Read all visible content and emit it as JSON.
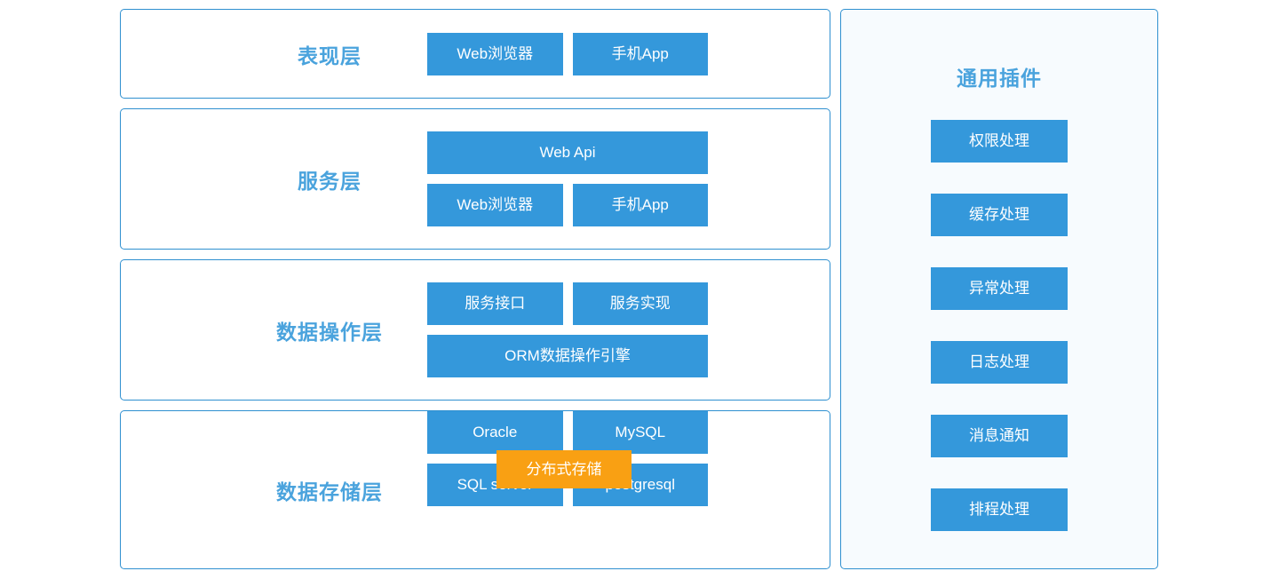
{
  "colors": {
    "node_blue": "#3498db",
    "node_orange": "#f9a013",
    "panel_border": "#2f90d0",
    "title_blue": "#4aa3dd",
    "plugins_panel_bg": "#f7fbfe",
    "page_bg": "#ffffff"
  },
  "layers": [
    {
      "title": "表现层",
      "rows": [
        {
          "nodes": [
            {
              "label": "Web浏览器",
              "width": "half",
              "color": "#3498db"
            },
            {
              "label": "手机App",
              "width": "half",
              "color": "#3498db"
            }
          ]
        }
      ]
    },
    {
      "title": "服务层",
      "rows": [
        {
          "nodes": [
            {
              "label": "Web  Api",
              "width": "full",
              "color": "#3498db"
            }
          ]
        },
        {
          "nodes": [
            {
              "label": "Web浏览器",
              "width": "half",
              "color": "#3498db"
            },
            {
              "label": "手机App",
              "width": "half",
              "color": "#3498db"
            }
          ]
        }
      ]
    },
    {
      "title": "数据操作层",
      "rows": [
        {
          "nodes": [
            {
              "label": "服务接口",
              "width": "half",
              "color": "#3498db"
            },
            {
              "label": "服务实现",
              "width": "half",
              "color": "#3498db"
            }
          ]
        },
        {
          "nodes": [
            {
              "label": "ORM数据操作引擎",
              "width": "full",
              "color": "#3498db"
            }
          ]
        }
      ]
    },
    {
      "title": "数据存储层",
      "rows": [
        {
          "nodes": [
            {
              "label": "Oracle",
              "width": "half",
              "color": "#3498db"
            },
            {
              "label": "MySQL",
              "width": "half",
              "color": "#3498db"
            }
          ]
        },
        {
          "nodes": [
            {
              "label": "SQL server",
              "width": "half",
              "color": "#3498db"
            },
            {
              "label": "postgresql",
              "width": "half",
              "color": "#3498db"
            }
          ]
        }
      ],
      "overlay": {
        "label": "分布式存储",
        "color": "#f9a013"
      }
    }
  ],
  "plugins": {
    "title": "通用插件",
    "items": [
      {
        "label": "权限处理"
      },
      {
        "label": "缓存处理"
      },
      {
        "label": "异常处理"
      },
      {
        "label": "日志处理"
      },
      {
        "label": "消息通知"
      },
      {
        "label": "排程处理"
      }
    ]
  }
}
